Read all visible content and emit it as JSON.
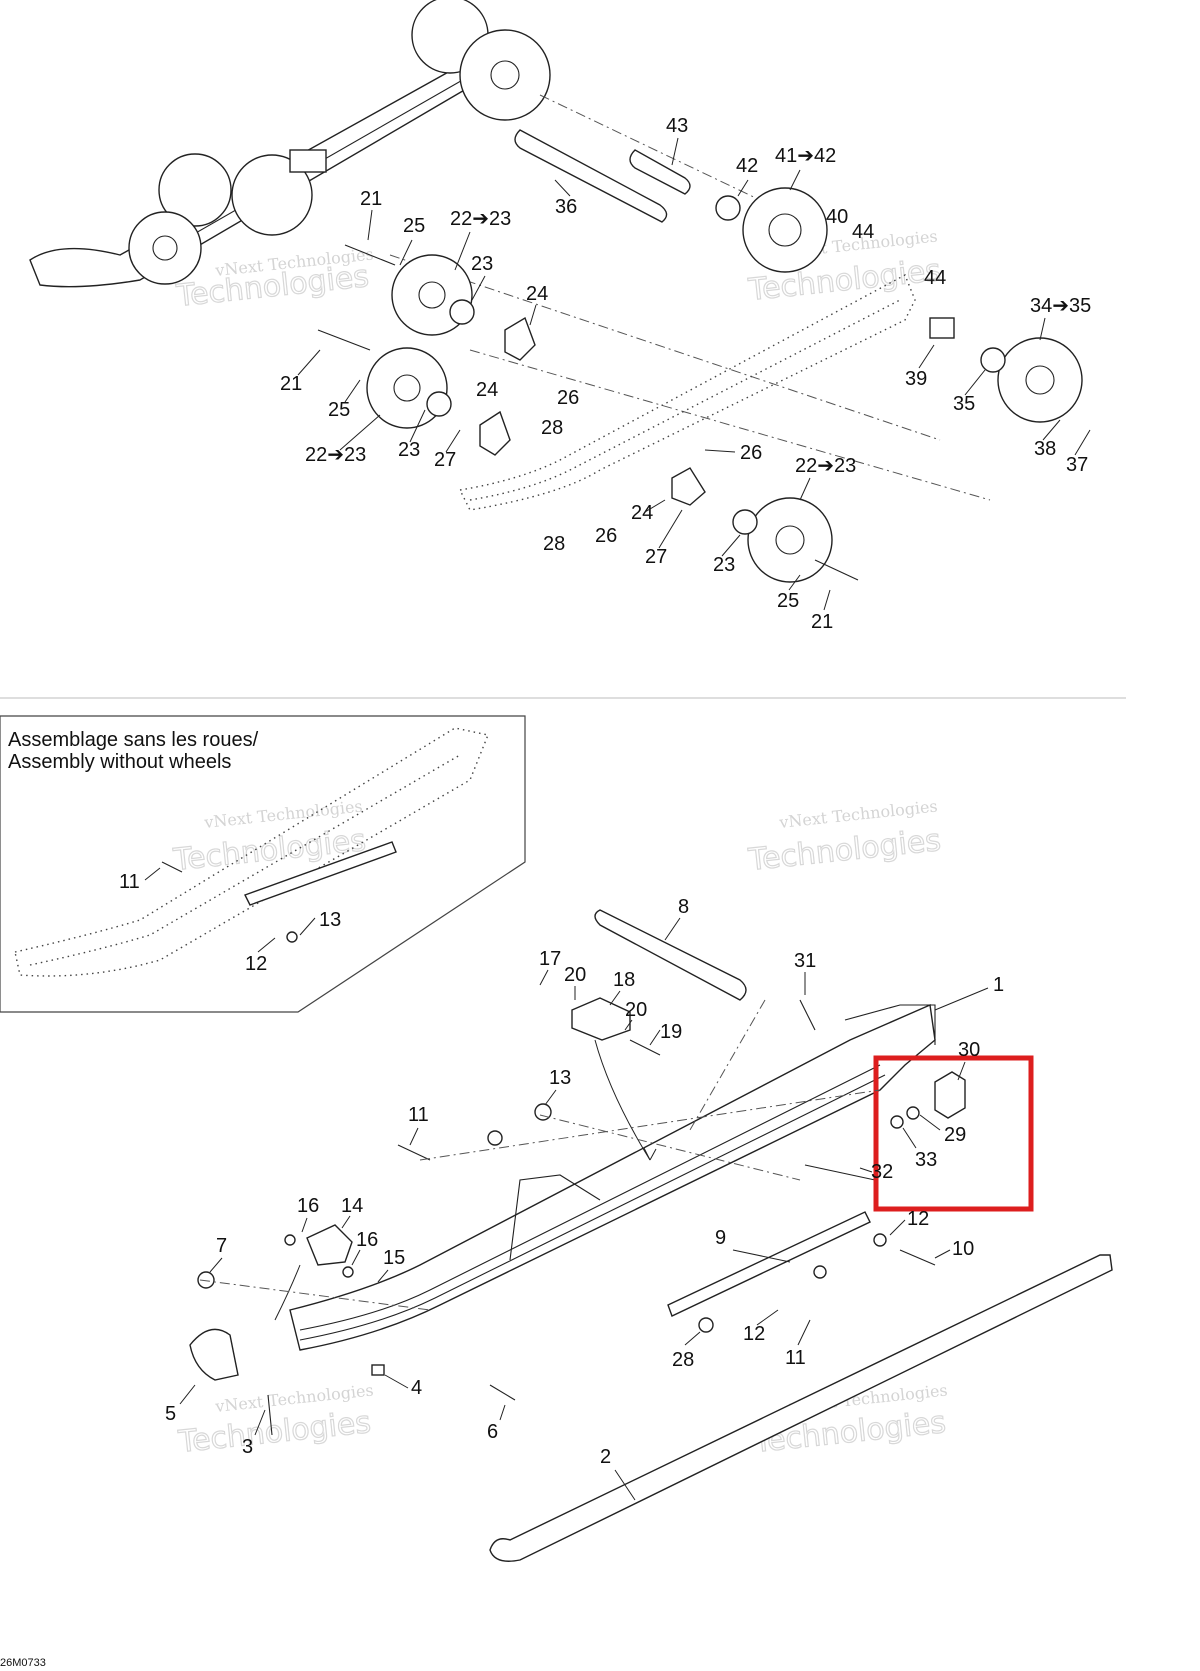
{
  "diagram": {
    "reference_code": "26M0733",
    "inset_title_fr": "Assemblage sans les roues/",
    "inset_title_en": "Assembly without wheels",
    "watermark_line1": "vNext Technologies",
    "watermark_line2": "Technologies",
    "highlight_color": "#dd1e1e",
    "callouts_top": [
      "43",
      "42",
      "41➔42",
      "36",
      "21",
      "25",
      "22➔23",
      "23",
      "40",
      "44",
      "24",
      "44",
      "34➔35",
      "21",
      "39",
      "35",
      "25",
      "24",
      "26",
      "28",
      "38",
      "37",
      "22➔23",
      "23",
      "27",
      "26",
      "22➔23",
      "28",
      "26",
      "24",
      "27",
      "23",
      "25",
      "21"
    ],
    "callouts_inset": [
      "11",
      "13",
      "12"
    ],
    "callouts_bottom": [
      "8",
      "17",
      "20",
      "18",
      "31",
      "1",
      "20",
      "19",
      "30",
      "13",
      "11",
      "29",
      "33",
      "32",
      "12",
      "10",
      "9",
      "16",
      "14",
      "16",
      "7",
      "15",
      "12",
      "11",
      "28",
      "4",
      "5",
      "6",
      "3",
      "2"
    ]
  }
}
